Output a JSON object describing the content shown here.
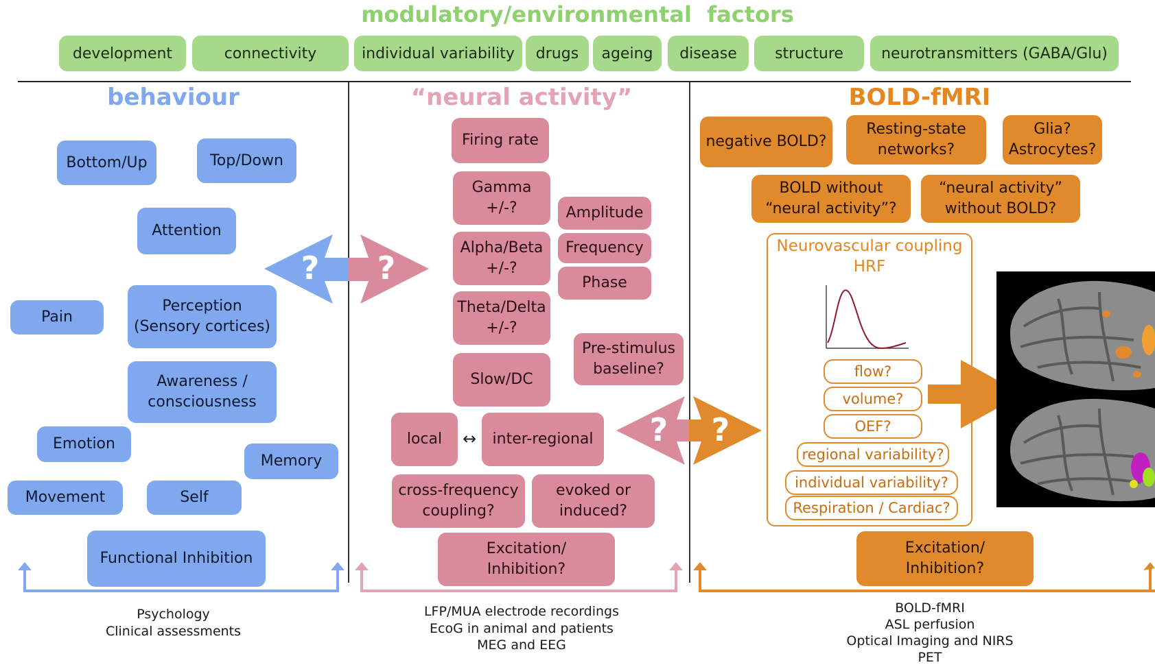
{
  "top_title": "modulatory/environmental  factors",
  "factors": [
    "development",
    "connectivity",
    "individual variability",
    "drugs",
    "ageing",
    "disease",
    "structure",
    "neurotransmitters (GABA/Glu)"
  ],
  "behaviour": {
    "title": "behaviour",
    "items": [
      "Bottom/Up",
      "Top/Down",
      "Attention",
      "Pain",
      "Perception\n(Sensory cortices)",
      "Awareness /\nconsciousness",
      "Emotion",
      "Memory",
      "Movement",
      "Self",
      "Functional Inhibition"
    ],
    "caption": "Psychology\nClinical assessments"
  },
  "neural": {
    "title": "“neural activity”",
    "items": [
      "Firing rate",
      "Gamma\n+/-?",
      "Alpha/Beta\n+/-?",
      "Theta/Delta\n+/-?",
      "Slow/DC",
      "Amplitude",
      "Frequency",
      "Phase",
      "Pre-stimulus\nbaseline?",
      "local",
      "inter-regional",
      "cross-frequency\ncoupling?",
      "evoked or\ninduced?",
      "Excitation/\nInhibition?"
    ],
    "link_symbol": "↔",
    "caption": "LFP/MUA electrode recordings\nEcoG in animal and patients\nMEG and EEG"
  },
  "bold": {
    "title": "BOLD-fMRI",
    "items": [
      "negative BOLD?",
      "Resting-state\nnetworks?",
      "Glia?\nAstrocytes?",
      "BOLD without\n“neural activity”?",
      "“neural activity”\nwithout BOLD?",
      "Excitation/\nInhibition?"
    ],
    "coupling_title": "Neurovascular coupling\nHRF",
    "pills": [
      "flow?",
      "volume?",
      "OEF?",
      "regional variability?",
      "individual variability?",
      "Respiration / Cardiac?"
    ],
    "caption": "BOLD-fMRI\nASL perfusion\nOptical Imaging and NIRS\nPET"
  },
  "question_mark": "?",
  "colors": {
    "factor_green": "#a6d98a",
    "title_green": "#8fd16f",
    "behaviour_blue": "#7fa8ee",
    "behaviour_title": "#7fa8ee",
    "neural_pink": "#d98a9b",
    "neural_title": "#e3a3b2",
    "bold_orange": "#e08a2c",
    "bold_title": "#e6861f"
  }
}
